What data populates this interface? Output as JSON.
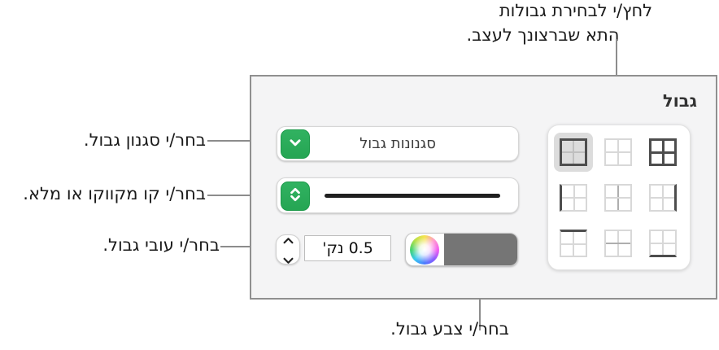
{
  "callouts": {
    "top_line1": "לחץ/י לבחירת גבולות",
    "top_line2": "התא שברצונך לעצב.",
    "style": "בחר/י סגנון גבול.",
    "line_type": "בחר/י קו מקווקו או מלא.",
    "width": "בחר/י עובי גבול.",
    "color": "בחר/י צבע גבול."
  },
  "panel": {
    "title": "גבול",
    "border_styles_button": {
      "label": "סגנונות גבול"
    },
    "line_style_button": {
      "value": "solid-line"
    },
    "width_field": {
      "value": "0.5 נק'"
    },
    "color_well": {
      "swatch_color": "#757575"
    },
    "grid": {
      "selected_index": 0,
      "buttons": [
        {
          "name": "outer-borders"
        },
        {
          "name": "no-borders"
        },
        {
          "name": "all-borders"
        },
        {
          "name": "left-border"
        },
        {
          "name": "inner-vertical-border"
        },
        {
          "name": "right-border"
        },
        {
          "name": "top-border"
        },
        {
          "name": "inner-horizontal-border"
        },
        {
          "name": "bottom-border"
        }
      ]
    }
  },
  "colors": {
    "accent_green": "#2bab57",
    "panel_background": "#f4f4f5",
    "panel_border": "#8f8f8f",
    "callout_line": "#8c8c8c",
    "selected_button_background": "#dcdcdc",
    "line_preview": "#1f1f1f"
  }
}
